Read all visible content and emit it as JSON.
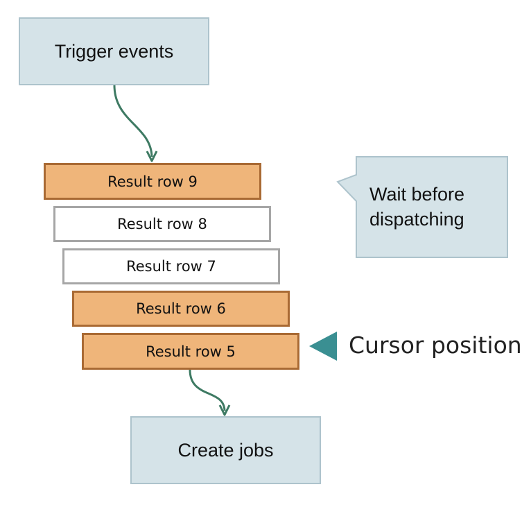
{
  "diagram": {
    "trigger_label": "Trigger events",
    "rows": [
      {
        "label": "Result row 9",
        "highlighted": true
      },
      {
        "label": "Result row 8",
        "highlighted": false
      },
      {
        "label": "Result row 7",
        "highlighted": false
      },
      {
        "label": "Result row 6",
        "highlighted": true
      },
      {
        "label": "Result row 5",
        "highlighted": true
      }
    ],
    "output_label": "Create jobs",
    "callout_text": "Wait before\ndispatching",
    "cursor_label": "Cursor position"
  },
  "colors": {
    "node_fill": "#d5e3e8",
    "node_border": "#adc3cc",
    "highlight_fill": "#efb57a",
    "highlight_border": "#a96a34",
    "plain_border": "#a6a6a6",
    "arrow": "#3e7a63",
    "cursor_marker": "#3a8f92"
  }
}
